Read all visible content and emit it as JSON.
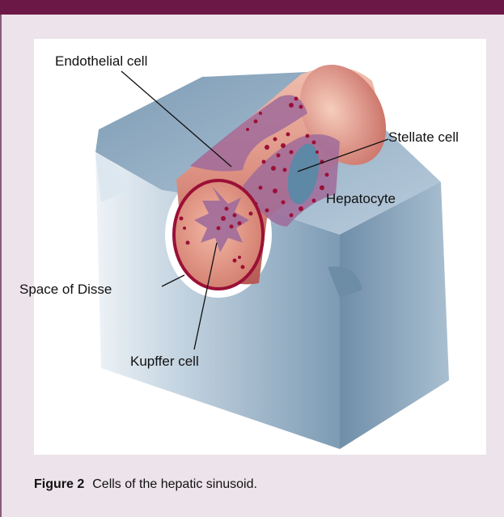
{
  "labels": {
    "endothelial": "Endothelial cell",
    "stellate": "Stellate cell",
    "hepatocyte": "Hepatocyte",
    "space_of_disse": "Space of Disse",
    "kupffer": "Kupffer cell"
  },
  "caption": {
    "number": "Figure 2",
    "text": "Cells of the hepatic sinusoid."
  },
  "colors": {
    "header_bar": "#6b1847",
    "frame_background": "#ede3ea",
    "hepatocyte_block": "#8fa9c0",
    "sinusoid_wall": "#d98a7e",
    "endothelial_lining": "#a06b9a",
    "granules": "#9b1037"
  }
}
